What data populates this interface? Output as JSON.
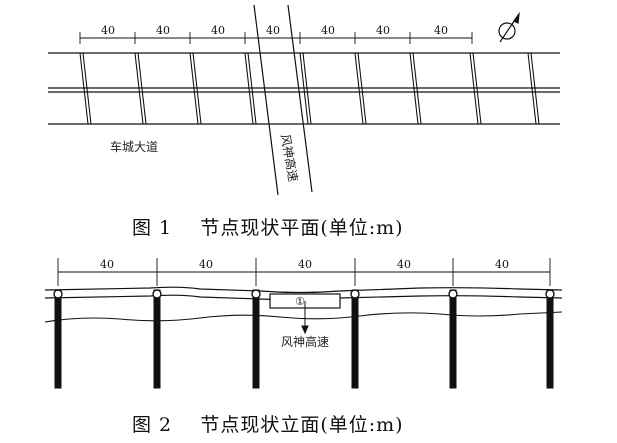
{
  "fig1": {
    "caption_label": "图 1",
    "caption_text": "节点现状平面(单位:m)",
    "spacing_labels": [
      "40",
      "40",
      "40",
      "40",
      "40",
      "40",
      "40"
    ],
    "road_main": "车城大道",
    "road_cross": "风神高速",
    "north_symbol": "north-arrow-icon"
  },
  "fig2": {
    "caption_label": "图 2",
    "caption_text": "节点现状立面(单位:m)",
    "spacing_labels": [
      "40",
      "40",
      "40",
      "40",
      "40"
    ],
    "road_cross": "风神高速",
    "box_label": "①"
  },
  "colors": {
    "line": "#111111",
    "background": "#ffffff"
  }
}
